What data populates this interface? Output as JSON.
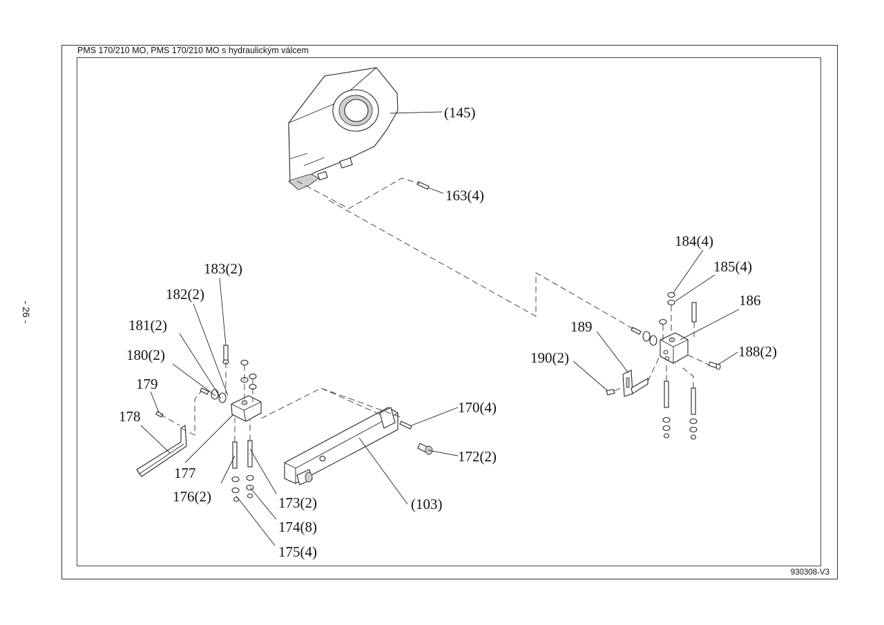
{
  "header": {
    "title": "PMS 170/210 MO, PMS 170/210 MO s hydraulickým válcem"
  },
  "page_number": "- 26 -",
  "drawing_code": "930308-V3",
  "callouts": [
    "(145)",
    "163(4)",
    "184(4)",
    "185(4)",
    "186",
    "189",
    "188(2)",
    "190(2)",
    "183(2)",
    "182(2)",
    "181(2)",
    "180(2)",
    "179",
    "178",
    "177",
    "176(2)",
    "173(2)",
    "174(8)",
    "175(4)",
    "170(4)",
    "172(2)",
    "(103)"
  ]
}
